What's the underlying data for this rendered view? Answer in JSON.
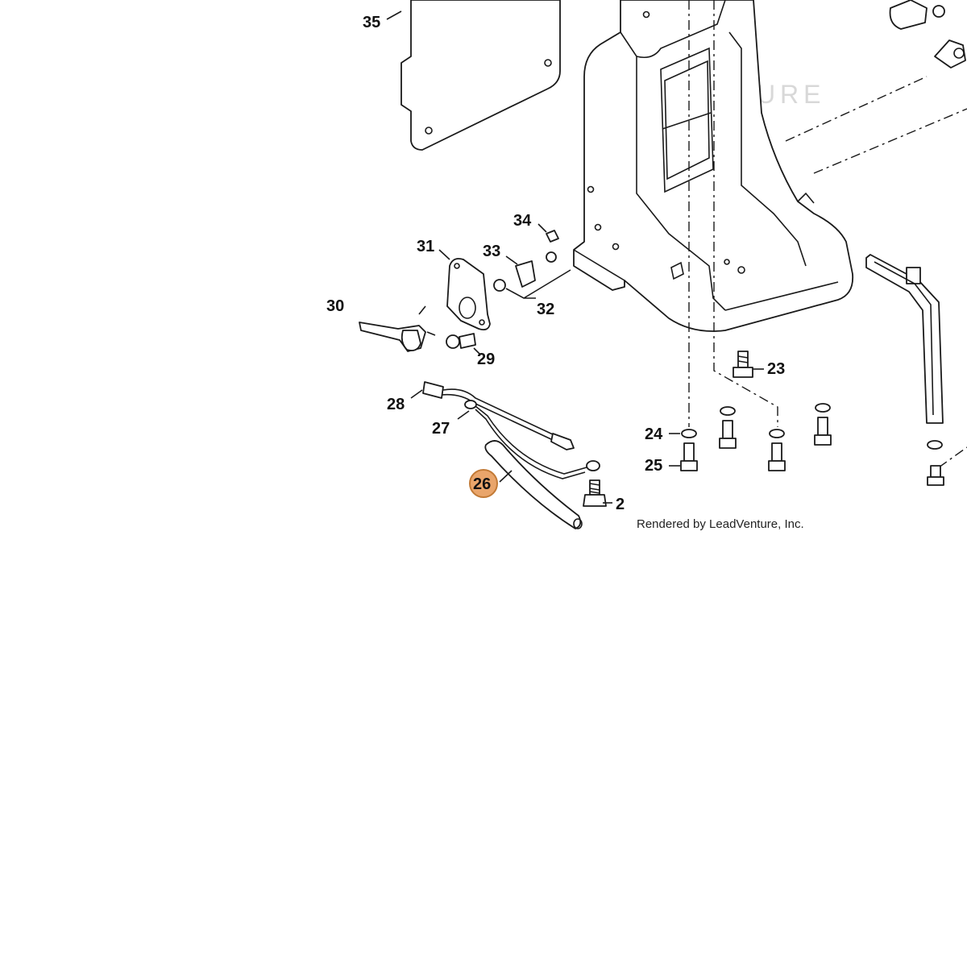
{
  "watermark": "LEADVENTURE",
  "credit": "Rendered by LeadVenture, Inc.",
  "callouts": {
    "c35": "35",
    "c34": "34",
    "c33": "33",
    "c32": "32",
    "c31": "31",
    "c30": "30",
    "c29": "29",
    "c28": "28",
    "c27": "27",
    "c26": "26",
    "c25": "25",
    "c24": "24",
    "c23": "23",
    "c2": "2"
  },
  "highlight": {
    "part": "26",
    "color": "#E9A56B",
    "border_color": "#C27A36"
  }
}
